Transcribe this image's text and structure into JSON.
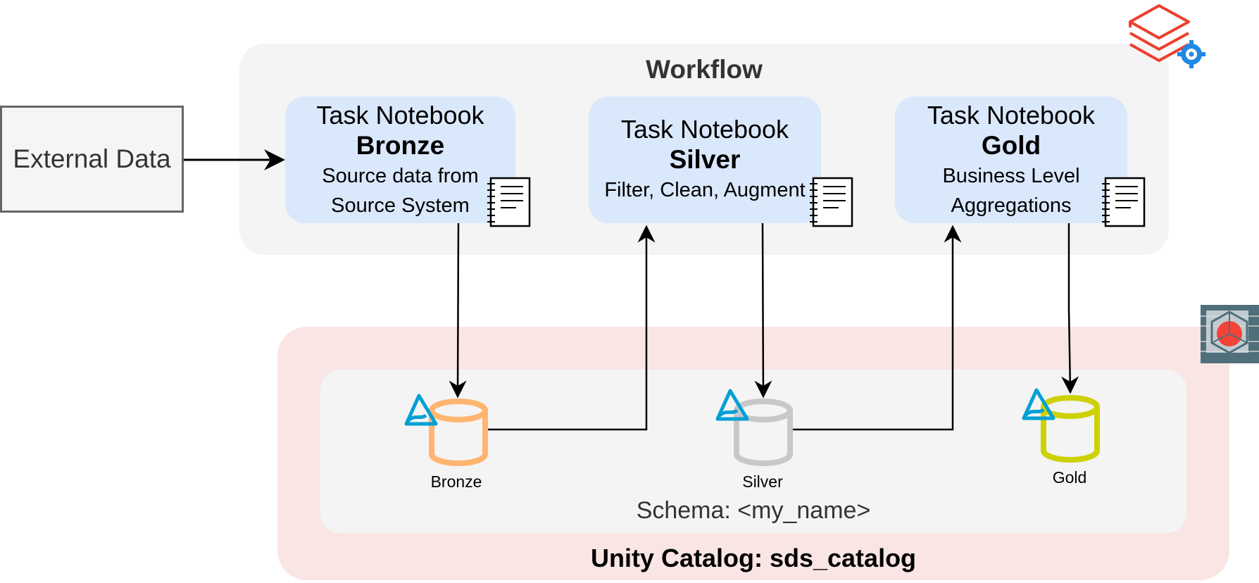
{
  "workflow": {
    "title": "Workflow"
  },
  "external": {
    "label": "External Data"
  },
  "tasks": [
    {
      "heading": "Task Notebook",
      "name": "Bronze",
      "description_lines": [
        "Source data from",
        "Source System"
      ]
    },
    {
      "heading": "Task Notebook",
      "name": "Silver",
      "description_lines": [
        "Filter, Clean, Augment"
      ]
    },
    {
      "heading": "Task Notebook",
      "name": "Gold",
      "description_lines": [
        "Business Level",
        "Aggregations"
      ]
    }
  ],
  "tables": [
    {
      "label": "Bronze",
      "color": "#ffb570"
    },
    {
      "label": "Silver",
      "color": "#c8c8c8"
    },
    {
      "label": "Gold",
      "color": "#cdd104"
    }
  ],
  "schema": {
    "label": "Schema: <my_name>"
  },
  "catalog": {
    "label": "Unity Catalog: sds_catalog"
  },
  "colors": {
    "workflow_bg": "#f4f4f4",
    "task_bg": "#dae8fc",
    "catalog_bg": "#fae5e5",
    "delta_icon": "#00a0d6",
    "databricks_logo": "#ef3e2d",
    "gear": "#1e88e5",
    "unity_logo_bg": "#4f6f7a",
    "unity_logo_dot": "#f44336"
  },
  "icons": [
    "notebook-icon",
    "delta-lake-icon",
    "database-cylinder-icon",
    "databricks-workflow-logo",
    "unity-catalog-logo"
  ]
}
